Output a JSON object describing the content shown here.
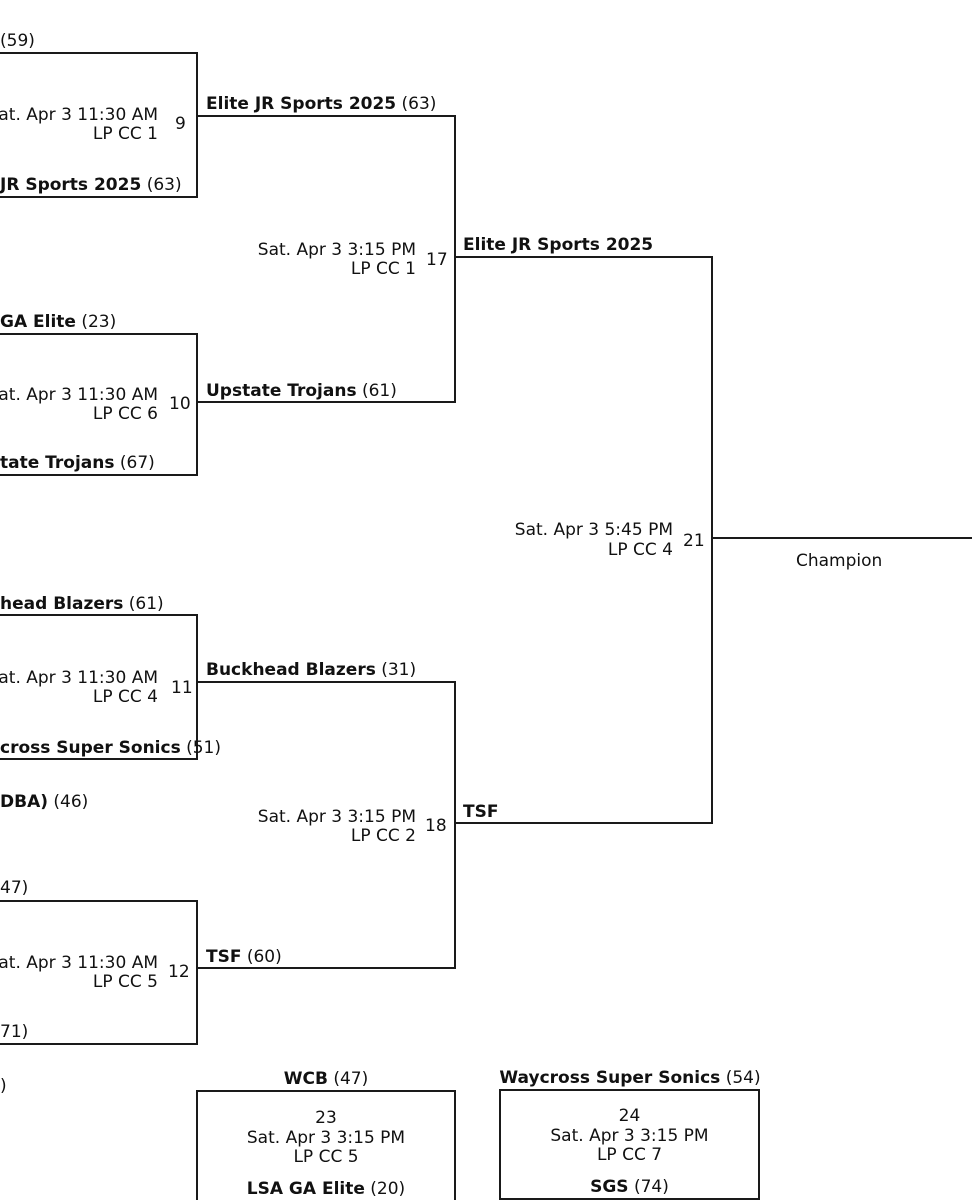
{
  "top_left_seed": "(59)",
  "r1_game9": {
    "time": "Sat. Apr 3 11:30 AM",
    "court": "LP CC 1",
    "num": "9",
    "bottom_team": "JR Sports 2025",
    "bottom_seed": "(63)"
  },
  "r1_game10": {
    "top_team": "GA Elite",
    "top_seed": "(23)",
    "time": "Sat. Apr 3 11:30 AM",
    "court": "LP CC 6",
    "num": "10",
    "bottom_team": "tate Trojans",
    "bottom_seed": "(67)"
  },
  "r1_game11": {
    "top_team": "head Blazers",
    "top_seed": "(61)",
    "time": "Sat. Apr 3 11:30 AM",
    "court": "LP CC 4",
    "num": "11",
    "bottom_team": "cross Super Sonics",
    "bottom_seed": "(51)"
  },
  "r1_game12": {
    "top_seed": "47)",
    "time": "Sat. Apr 3 11:30 AM",
    "court": "LP CC 5",
    "num": "12",
    "bottom_seed": "71)"
  },
  "stray_left_1": {
    "team": "DBA)",
    "seed": "(46)"
  },
  "stray_left_2": ")",
  "r2_top_team": "Elite JR Sports 2025",
  "r2_top_seed": "(63)",
  "r2_game17": {
    "time": "Sat. Apr 3 3:15 PM",
    "court": "LP CC 1",
    "num": "17"
  },
  "r2_second_team": "Upstate Trojans",
  "r2_second_seed": "(61)",
  "r2_third_team": "Buckhead Blazers",
  "r2_third_seed": "(31)",
  "r2_game18": {
    "time": "Sat. Apr 3 3:15 PM",
    "court": "LP CC 2",
    "num": "18"
  },
  "r2_fourth_team": "TSF",
  "r2_fourth_seed": "(60)",
  "r3_top_team": "Elite JR Sports 2025",
  "r3_bottom_team": "TSF",
  "final_game21": {
    "time": "Sat. Apr 3 5:45 PM",
    "court": "LP CC 4",
    "num": "21"
  },
  "champion_label": "Champion",
  "consolation_23": {
    "top_team": "WCB",
    "top_seed": "(47)",
    "num": "23",
    "time": "Sat. Apr 3 3:15 PM",
    "court": "LP CC 5",
    "bottom_team": "LSA GA Elite",
    "bottom_seed": "(20)"
  },
  "consolation_24": {
    "top_team": "Waycross Super Sonics",
    "top_seed": "(54)",
    "num": "24",
    "time": "Sat. Apr 3 3:15 PM",
    "court": "LP CC 7",
    "bottom_team": "SGS",
    "bottom_seed": "(74)"
  }
}
